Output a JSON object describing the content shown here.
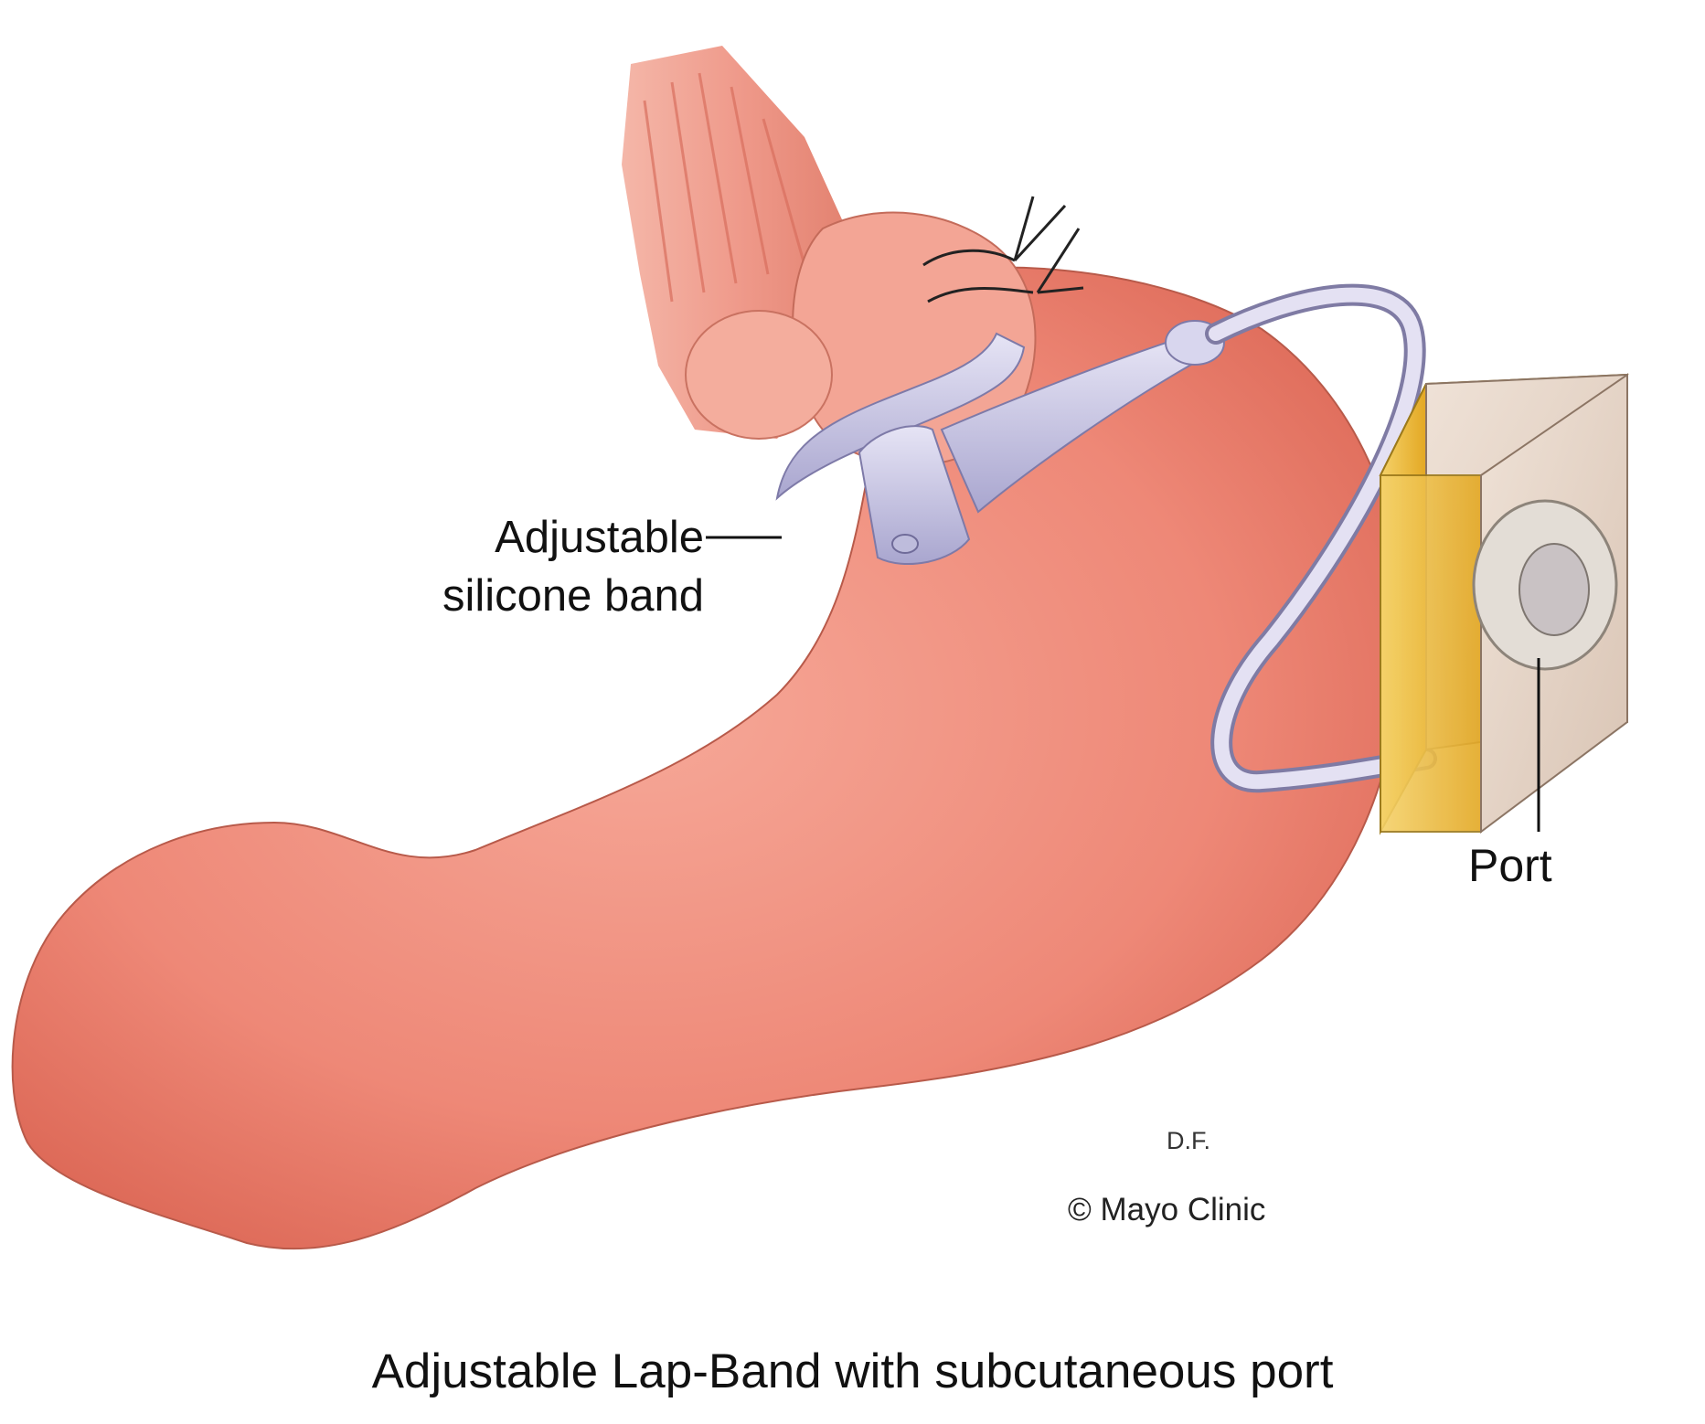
{
  "labels": {
    "band_line1": "Adjustable",
    "band_line2": "silicone band",
    "port": "Port"
  },
  "credits": {
    "initials": "D.F.",
    "copyright": "© Mayo Clinic"
  },
  "caption": "Adjustable Lap-Band with subcutaneous port",
  "colors": {
    "stomach": "#f08a78",
    "stomach_shadow": "#d8604e",
    "band": "#c9c7e6",
    "tubing": "#d6d3ea",
    "fat_tissue": "#f0c13a",
    "skin": "#e8d4c6"
  }
}
